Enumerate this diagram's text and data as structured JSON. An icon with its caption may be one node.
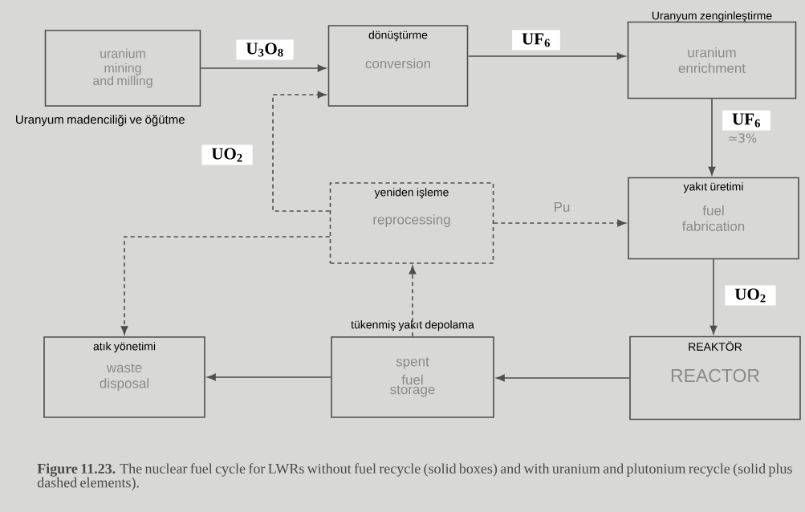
{
  "diagram": {
    "caption": "**Figure 11.23.** The nuclear fuel cycle for LWRs without fuel recycle (solid boxes) and with uranium and plutonium recycle (solid plus dashed elements).",
    "nodes": [
      {
        "text": [
          "uranium mining and milling"
        ],
        "beside": [
          "Uranyum madenciliği ve öğütme"
        ]
      },
      {
        "text": [
          "dönüştürme",
          "conversion"
        ]
      },
      {
        "text": [
          "Uranyum zenginleştirme",
          "uranium enrichment"
        ]
      },
      {
        "text": [
          "yeniden işleme",
          "reprocessing"
        ]
      },
      {
        "text": [
          "yakıt üretimi",
          "fuel fabrication"
        ]
      },
      {
        "text": [
          "atık yönetimi",
          "waste disposal"
        ]
      },
      {
        "text": [
          "tükenmiş yakıt depolama",
          "spent fuel storage"
        ]
      },
      {
        "text": [
          "REAKTÖR",
          "REACTOR"
        ]
      }
    ],
    "edges": [
      {
        "from": 0,
        "to": 1,
        "arrow": "to",
        "label": "U$_{3}$O$_{8}$"
      },
      {
        "from": 3,
        "to": 1,
        "arrow": "to",
        "label": "UO$_{2}$",
        "style": "dashed"
      },
      {
        "from": 1,
        "to": 2,
        "arrow": "to",
        "label": "UF$_{6}$"
      },
      {
        "from": 2,
        "to": 4,
        "arrow": "to",
        "label": "UF$_{6}$"
      },
      {
        "from": 3,
        "to": 4,
        "arrow": "to",
        "label": "Pu",
        "style": "dashed"
      },
      {
        "from": 4,
        "to": 7,
        "arrow": "to",
        "label": "UO$_{2}$"
      },
      {
        "from": 7,
        "to": 6,
        "arrow": "to"
      },
      {
        "from": 6,
        "to": 5,
        "arrow": "to"
      },
      {
        "from": 6,
        "to": 3,
        "arrow": "to",
        "style": "dashed"
      },
      {
        "from": 3,
        "to": 5,
        "arrow": "to",
        "style": "dashed"
      }
    ],
    "labels": [
      "≃3%"
    ]
  }
}
